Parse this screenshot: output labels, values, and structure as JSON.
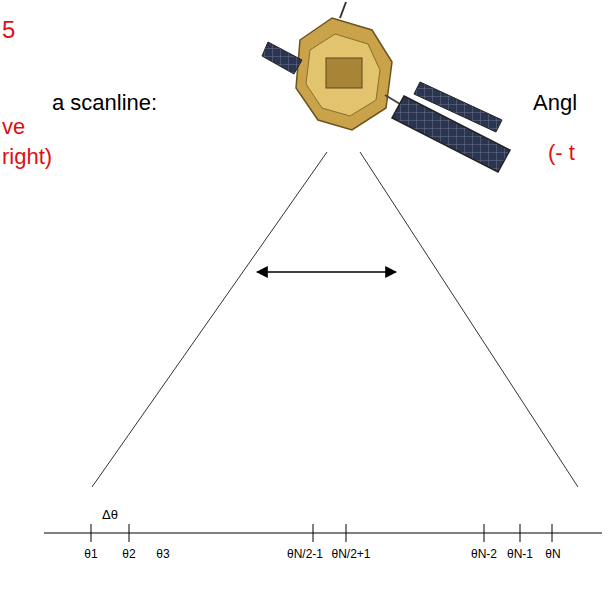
{
  "diagram": {
    "labels": [
      "5",
      "a scanline:",
      "ve",
      "right)",
      "Angl",
      "(- t",
      "Δθ",
      "θ1",
      "θ2",
      "θ3",
      "θN/2-1",
      "θN/2+1",
      "θN-2",
      "θN-1",
      "θN"
    ]
  }
}
